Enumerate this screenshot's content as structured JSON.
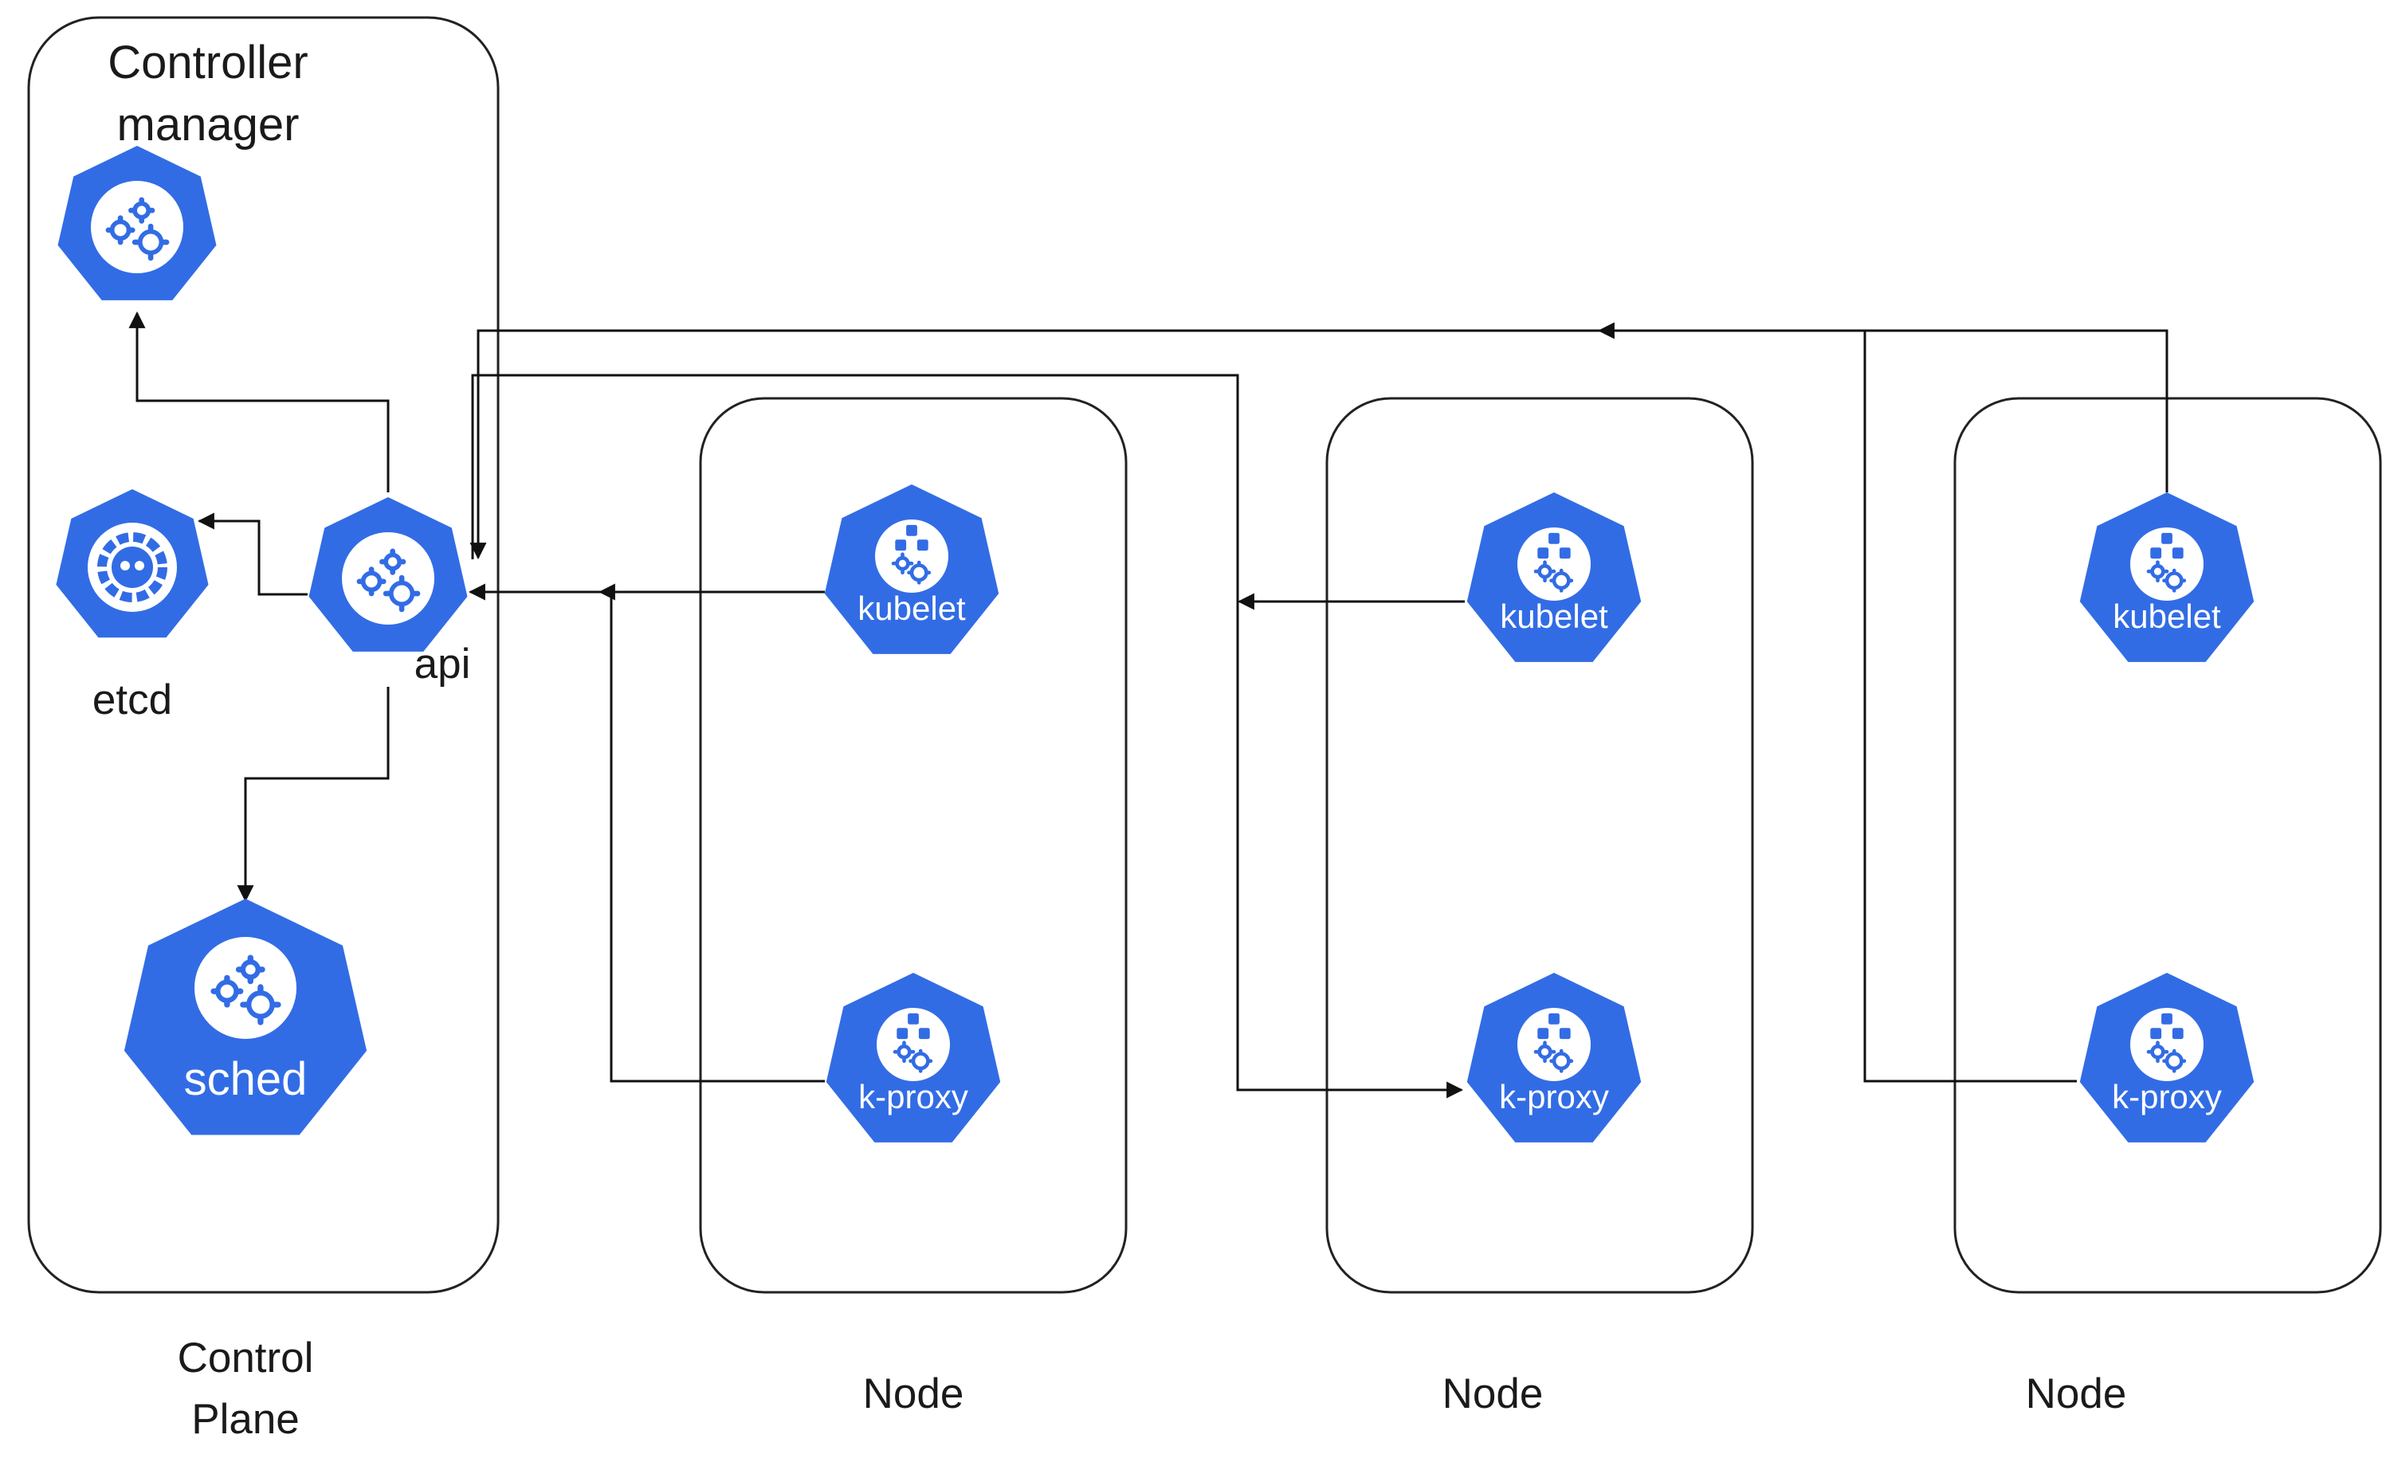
{
  "colors": {
    "icon_fill": "#326ce5",
    "icon_inner": "#ffffff",
    "line": "#111111",
    "box_stroke": "#222222"
  },
  "control_plane": {
    "label_line1": "Control",
    "label_line2": "Plane",
    "controller_manager": {
      "label_line1": "Controller",
      "label_line2": "manager",
      "icon": "kubernetes-gears-icon"
    },
    "etcd": {
      "label": "etcd",
      "icon": "kubernetes-etcd-icon"
    },
    "api": {
      "label": "api",
      "icon": "kubernetes-gears-icon"
    },
    "scheduler": {
      "label": "sched",
      "icon": "kubernetes-gears-icon"
    }
  },
  "nodes": [
    {
      "label": "Node",
      "kubelet_label": "kubelet",
      "kproxy_label": "k-proxy",
      "icon": "kubernetes-node-icon"
    },
    {
      "label": "Node",
      "kubelet_label": "kubelet",
      "kproxy_label": "k-proxy",
      "icon": "kubernetes-node-icon"
    },
    {
      "label": "Node",
      "kubelet_label": "kubelet",
      "kproxy_label": "k-proxy",
      "icon": "kubernetes-node-icon"
    }
  ]
}
